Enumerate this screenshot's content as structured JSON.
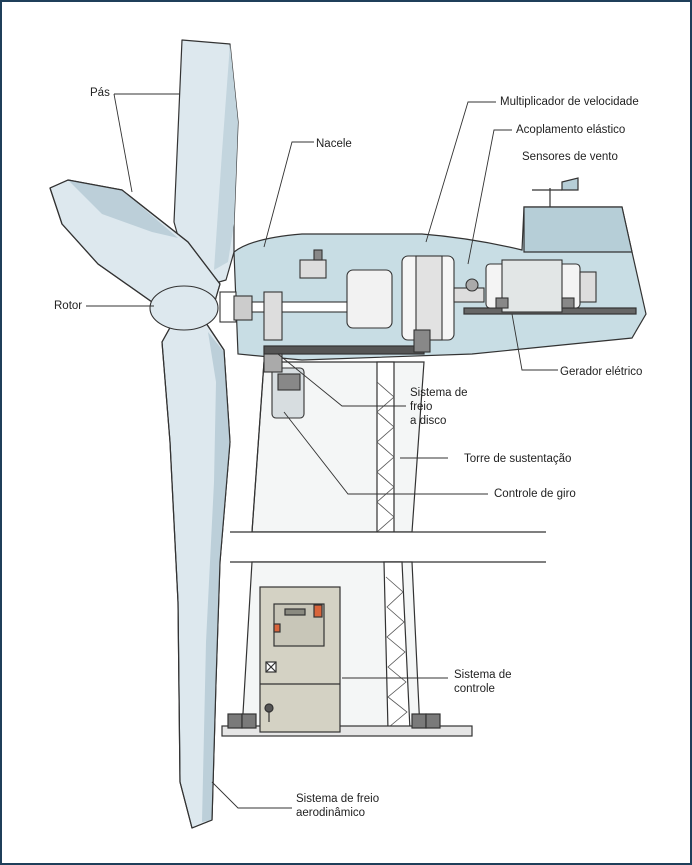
{
  "labels": {
    "pas": "Pás",
    "rotor": "Rotor",
    "nacele": "Nacele",
    "multiplicador": "Multiplicador de velocidade",
    "acoplamento": "Acoplamento elástico",
    "sensores": "Sensores de vento",
    "gerador": "Gerador elétrico",
    "freio_disco": "Sistema de\nfreio\na disco",
    "torre": "Torre de sustentação",
    "controle_giro": "Controle de giro",
    "sistema_controle": "Sistema de\ncontrole",
    "freio_aero": "Sistema de freio\naerodinâmico"
  },
  "colors": {
    "blade": "#dde8ee",
    "blade_shade": "#b9ccd6",
    "nacelle": "#c8dde4",
    "tower": "#ffffff",
    "cabinet": "#d4d2c4",
    "machinery": "#eef0f0",
    "line": "#333333",
    "border": "#1f3f5a"
  }
}
